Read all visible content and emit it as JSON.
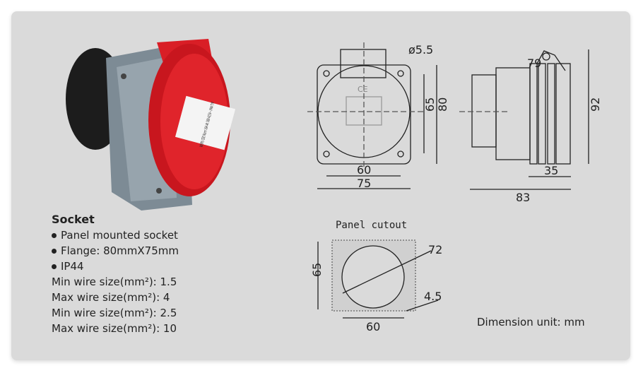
{
  "specs": {
    "title": "Socket",
    "bullets": [
      "Panel mounted socket",
      "Flange: 80mmX75mm",
      "IP44"
    ],
    "lines": [
      "Min wire size(mm²): 1.5",
      "Max wire size(mm²): 4",
      "Min wire size(mm²): 2.5",
      "Max wire size(mm²): 10"
    ]
  },
  "front_view": {
    "hole": "ø5.5",
    "d65": "65",
    "d80": "80",
    "d60": "60",
    "d75": "75",
    "mark": "CE"
  },
  "side_view": {
    "angle": "79",
    "d92": "92",
    "d35": "35",
    "d83": "83"
  },
  "cutout": {
    "title": "Panel cutout",
    "d72": "72",
    "d65": "65",
    "d45": "4.5",
    "d60": "60"
  },
  "product_label": "WEIPU CEE Norm 16A 4h 380-415V~ IP44 TYP",
  "unit_note": "Dimension unit: mm",
  "colors": {
    "background": "#dadada",
    "red": "#e0242b",
    "gray": "#7d8b95"
  }
}
